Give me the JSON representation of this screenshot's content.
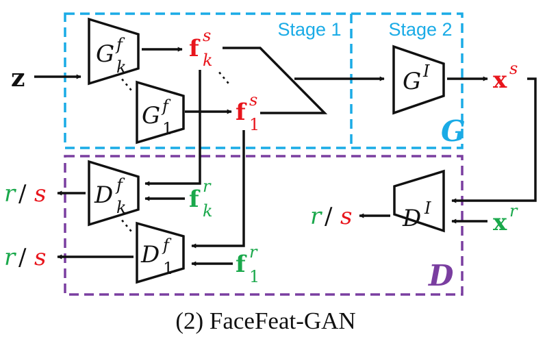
{
  "colors": {
    "generator_border": "#1aabe6",
    "discriminator_border": "#7a3ea0",
    "synthetic": "#e8151c",
    "real": "#1aa84b",
    "line": "#111111"
  },
  "generator_box": {
    "stage1_label": "Stage 1",
    "stage2_label": "Stage 2",
    "letter": "G"
  },
  "discriminator_box": {
    "letter": "D"
  },
  "input": {
    "symbol": "z"
  },
  "generators": {
    "gk": {
      "base": "G",
      "sup": "f",
      "sub": "k"
    },
    "g1": {
      "base": "G",
      "sup": "f",
      "sub": "1"
    },
    "gi": {
      "base": "G",
      "sup": "I"
    }
  },
  "discriminators": {
    "dk": {
      "base": "D",
      "sup": "f",
      "sub": "k"
    },
    "d1": {
      "base": "D",
      "sup": "f",
      "sub": "1"
    },
    "di": {
      "base": "D",
      "sup": "I"
    }
  },
  "features": {
    "fk_s": {
      "base": "f",
      "sup": "s",
      "sub": "k"
    },
    "f1_s": {
      "base": "f",
      "sup": "s",
      "sub": "1"
    },
    "fk_r": {
      "base": "f",
      "sup": "r",
      "sub": "k"
    },
    "f1_r": {
      "base": "f",
      "sup": "r",
      "sub": "1"
    }
  },
  "images": {
    "xs": {
      "base": "x",
      "sup": "s"
    },
    "xr": {
      "base": "x",
      "sup": "r"
    }
  },
  "outputs": {
    "real": "r",
    "slash": "/",
    "synthetic": "s"
  },
  "ellipsis": "⋮",
  "caption": "(2) FaceFeat-GAN"
}
